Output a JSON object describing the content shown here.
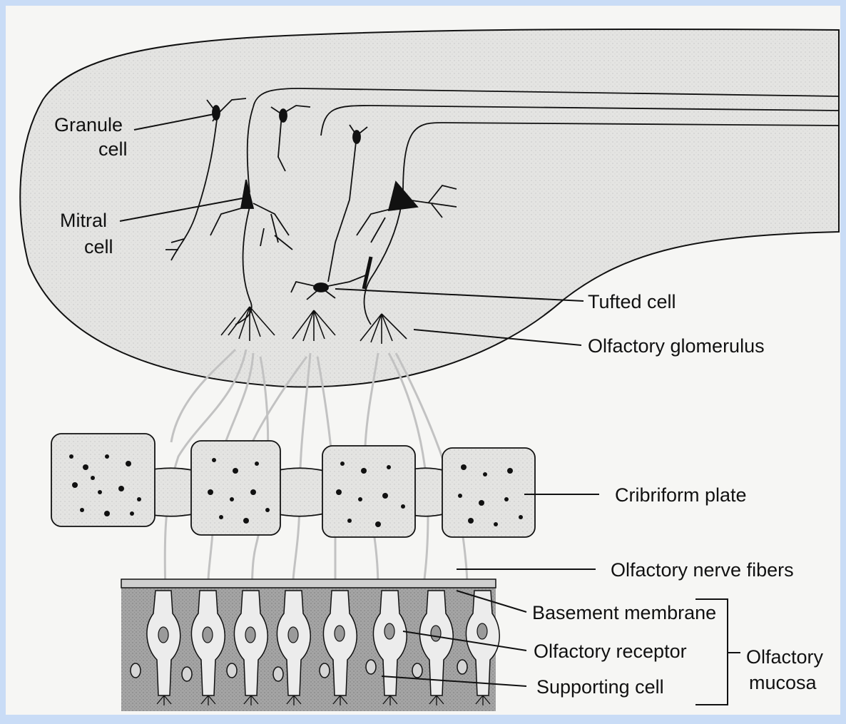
{
  "labels": {
    "granule_line1": "Granule",
    "granule_line2": "cell",
    "mitral_line1": "Mitral",
    "mitral_line2": "cell",
    "tufted": "Tufted cell",
    "glomerulus": "Olfactory glomerulus",
    "cribriform": "Cribriform plate",
    "nerve_fibers": "Olfactory nerve fibers",
    "basement": "Basement membrane",
    "receptor": "Olfactory receptor",
    "supporting": "Supporting cell",
    "mucosa_line1": "Olfactory",
    "mucosa_line2": "mucosa"
  },
  "colors": {
    "frame": "#c9dcf6",
    "paper": "#f6f6f4",
    "bulb_fill": "#e4e4e2",
    "mucosa_fill": "#9c9c9c",
    "fiber": "#c2c2c2",
    "ink": "#111111"
  }
}
